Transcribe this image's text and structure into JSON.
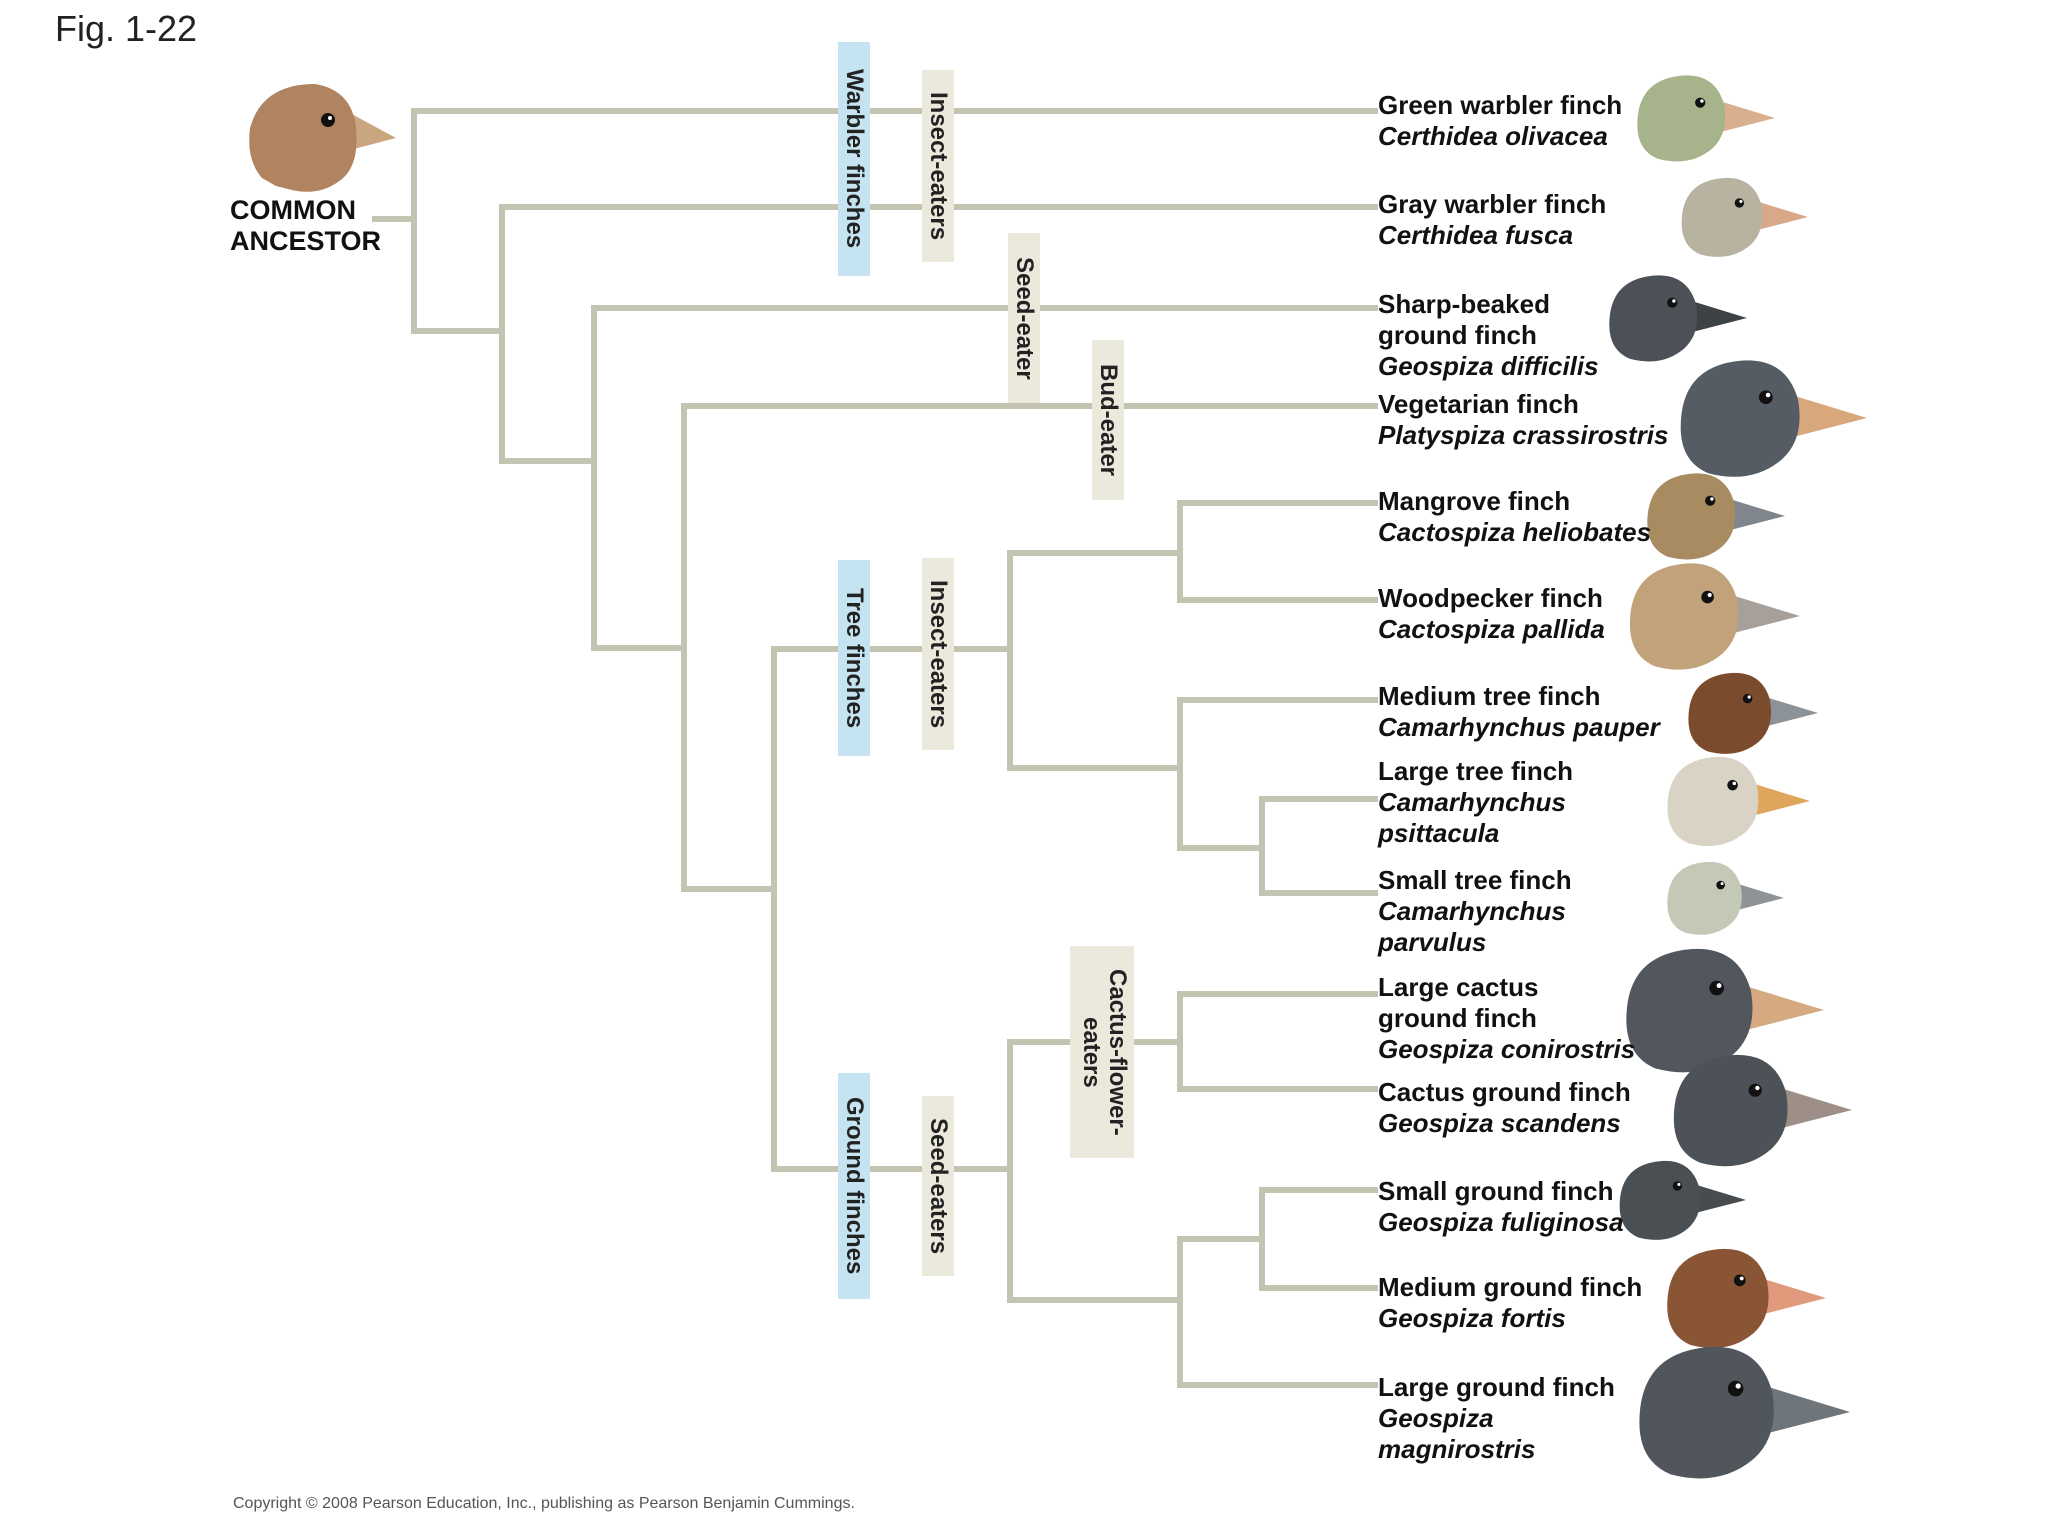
{
  "figure_label": "Fig. 1-22",
  "ancestor": {
    "line1": "COMMON",
    "line2": "ANCESTOR"
  },
  "species": [
    {
      "common": "Green warbler finch",
      "scientific": "Certhidea olivacea",
      "head_color": "#a7b38a",
      "beak_color": "#d8b090"
    },
    {
      "common": "Gray warbler finch",
      "scientific": "Certhidea fusca",
      "head_color": "#b8b3a1",
      "beak_color": "#d8a888"
    },
    {
      "common": "Sharp-beaked\nground finch",
      "scientific": "Geospiza difficilis",
      "head_color": "#4b5156",
      "beak_color": "#3d4247"
    },
    {
      "common": "Vegetarian finch",
      "scientific": "Platyspiza crassirostris",
      "head_color": "#565c63",
      "beak_color": "#d9a77c"
    },
    {
      "common": "Mangrove finch",
      "scientific": "Cactospiza heliobates",
      "head_color": "#a98b62",
      "beak_color": "#7f868d"
    },
    {
      "common": "Woodpecker finch",
      "scientific": "Cactospiza pallida",
      "head_color": "#c2a27a",
      "beak_color": "#a7a09a"
    },
    {
      "common": "Medium tree finch",
      "scientific": "Camarhynchus pauper",
      "head_color": "#7a4c2d",
      "beak_color": "#8c9398"
    },
    {
      "common": "Large tree finch",
      "scientific": "Camarhynchus\npsittacula",
      "head_color": "#d8d3c4",
      "beak_color": "#e0a55c"
    },
    {
      "common": "Small tree finch",
      "scientific": "Camarhynchus\nparvulus",
      "head_color": "#c4c8b6",
      "beak_color": "#8d9396"
    },
    {
      "common": "Large cactus\nground finch",
      "scientific": "Geospiza conirostris",
      "head_color": "#51575d",
      "beak_color": "#d6aa80"
    },
    {
      "common": "Cactus ground finch",
      "scientific": "Geospiza scandens",
      "head_color": "#4c5257",
      "beak_color": "#9d8f87"
    },
    {
      "common": "Small ground finch",
      "scientific": "Geospiza fuliginosa",
      "head_color": "#4a4f54",
      "beak_color": "#474c51"
    },
    {
      "common": "Medium ground finch",
      "scientific": "Geospiza fortis",
      "head_color": "#8a5535",
      "beak_color": "#e0997a"
    },
    {
      "common": "Large ground finch",
      "scientific": "Geospiza\nmagnirostris",
      "head_color": "#50565c",
      "beak_color": "#6f767b"
    }
  ],
  "group_labels": {
    "warbler_finches": "Warbler finches",
    "insect_eaters_warbler": "Insect-eaters",
    "seed_eater": "Seed-eater",
    "bud_eater": "Bud-eater",
    "tree_finches": "Tree finches",
    "insect_eaters_tree": "Insect-eaters",
    "cactus_flower_eaters": "Cactus-flower-\neaters",
    "ground_finches": "Ground finches",
    "seed_eaters_ground": "Seed-eaters"
  },
  "colors": {
    "branch": "#c4c4b2",
    "label_blue": "#c5e3f1",
    "label_beige": "#ebe8dc",
    "ancestor_head": "#b08460",
    "ancestor_beak": "#c9a680"
  },
  "copyright": "Copyright © 2008 Pearson Education, Inc., publishing as Pearson Benjamin Cummings."
}
